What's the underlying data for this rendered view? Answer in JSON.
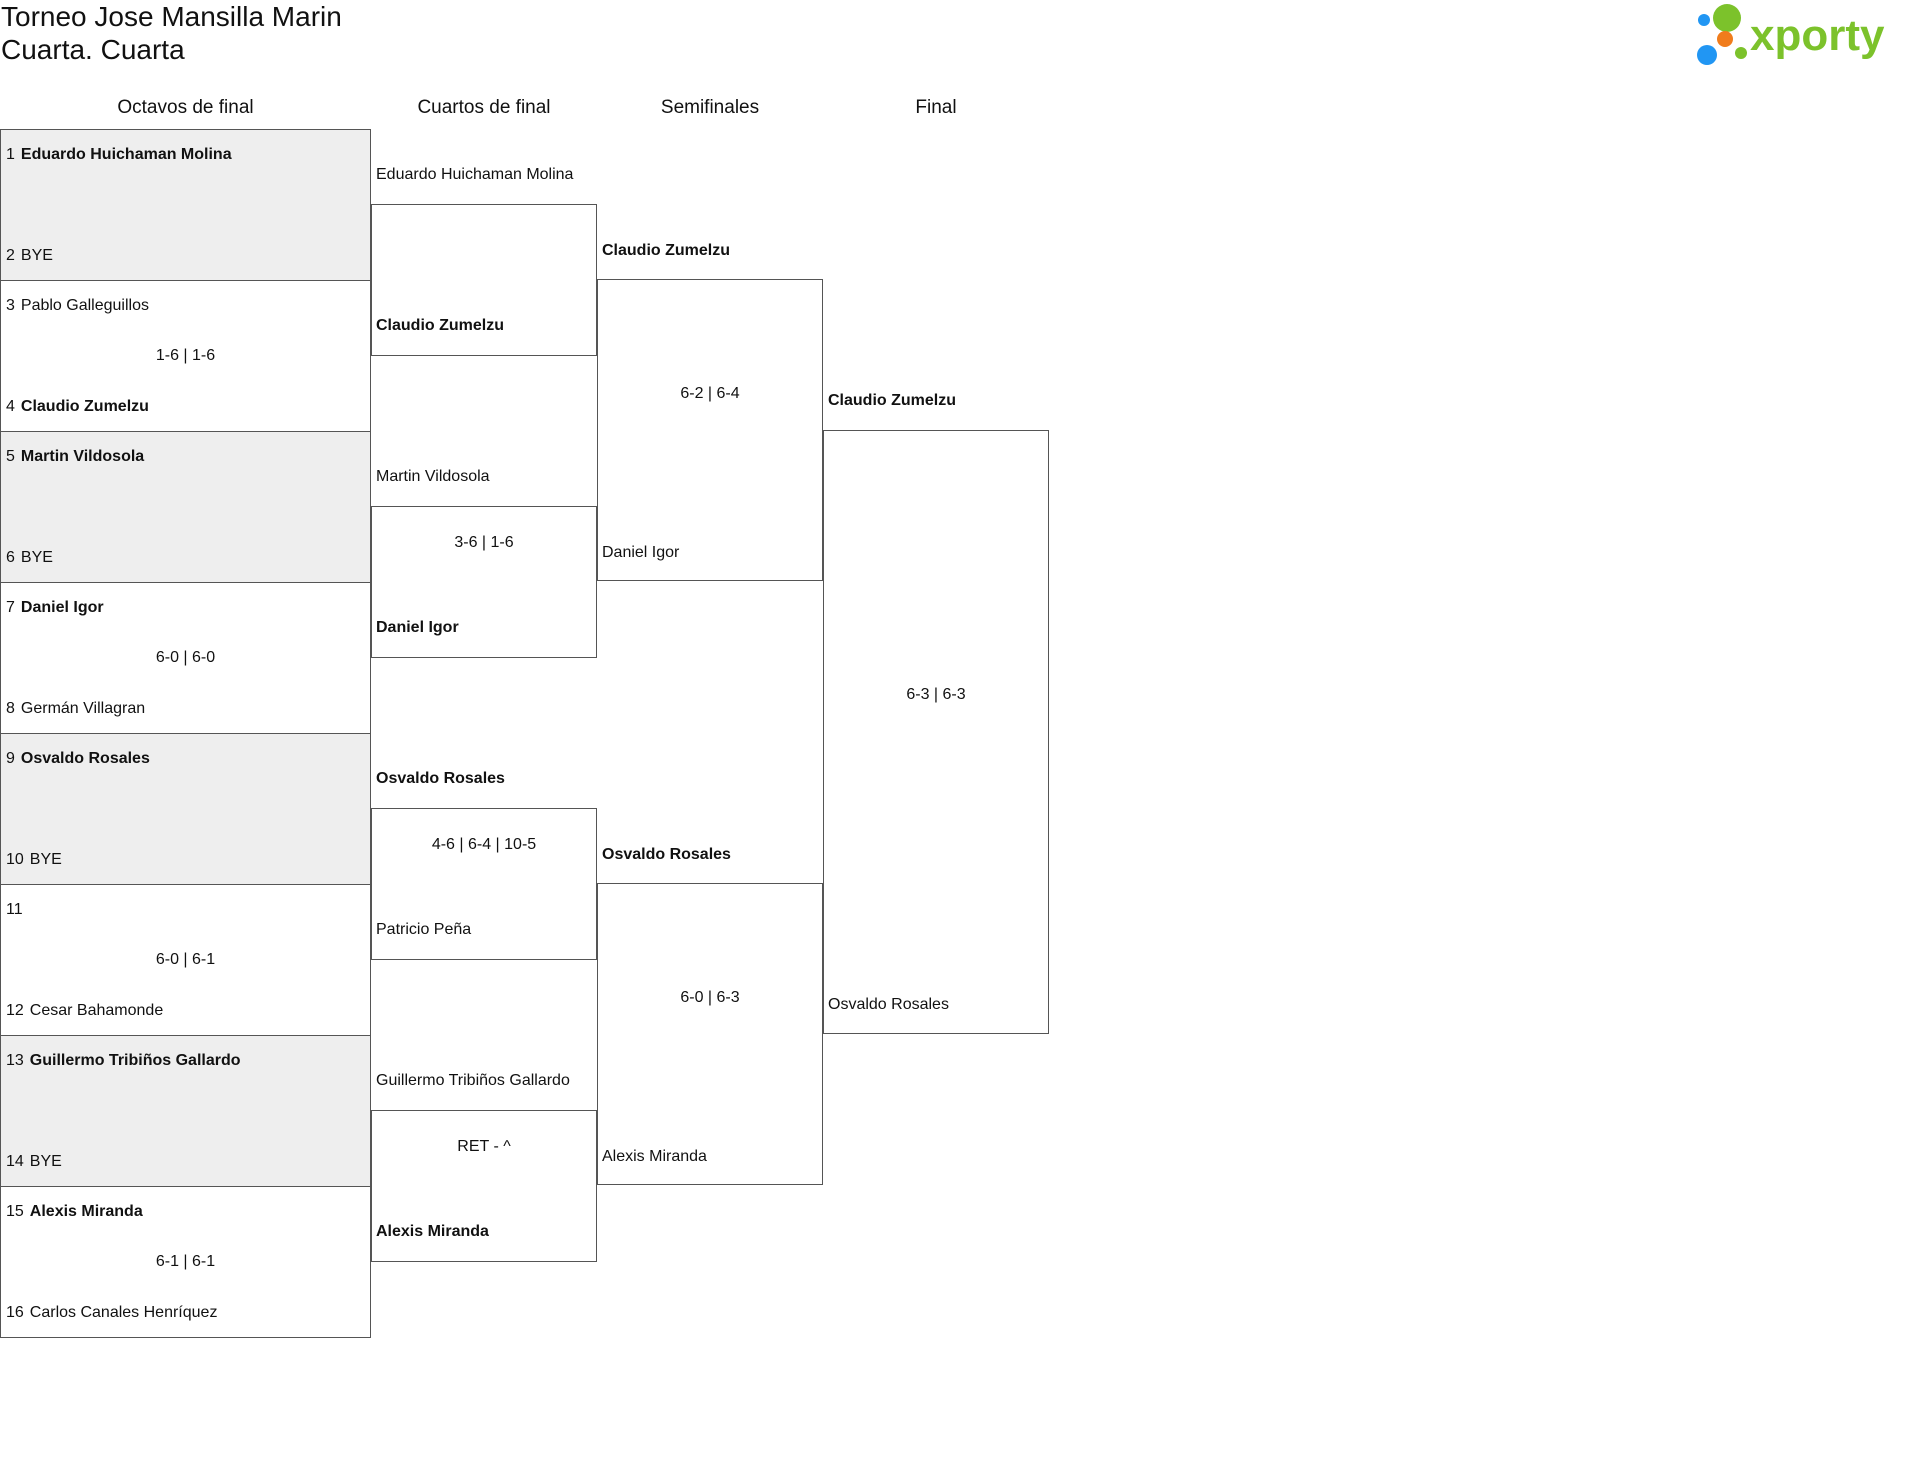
{
  "title": "Torneo Jose Mansilla Marin",
  "subtitle": "Cuarta. Cuarta",
  "logo": {
    "text": "xporty",
    "dot_colors": [
      "#2196f3",
      "#7cc22b",
      "#f07c1c",
      "#2196f3",
      "#7cc22b"
    ],
    "text_color": "#7cc22b"
  },
  "rounds": [
    "Octavos de final",
    "Cuartos de final",
    "Semifinales",
    "Final"
  ],
  "octavos": [
    {
      "seed_a": "1",
      "player_a": "Eduardo Huichaman Molina",
      "seed_b": "2",
      "player_b": "BYE",
      "score": ""
    },
    {
      "seed_a": "3",
      "player_a": "Pablo Galleguillos",
      "seed_b": "4",
      "player_b": "Claudio Zumelzu",
      "score": "1-6 | 1-6"
    },
    {
      "seed_a": "5",
      "player_a": "Martin Vildosola",
      "seed_b": "6",
      "player_b": "BYE",
      "score": ""
    },
    {
      "seed_a": "7",
      "player_a": "Daniel Igor",
      "seed_b": "8",
      "player_b": "Germán Villagran",
      "score": "6-0 | 6-0"
    },
    {
      "seed_a": "9",
      "player_a": "Osvaldo Rosales",
      "seed_b": "10",
      "player_b": "BYE",
      "score": ""
    },
    {
      "seed_a": "11",
      "player_a": "",
      "seed_b": "12",
      "player_b": "Cesar Bahamonde",
      "score": "6-0 | 6-1"
    },
    {
      "seed_a": "13",
      "player_a": "Guillermo Tribiños Gallardo",
      "seed_b": "14",
      "player_b": "BYE",
      "score": ""
    },
    {
      "seed_a": "15",
      "player_a": "Alexis Miranda",
      "seed_b": "16",
      "player_b": "Carlos Canales Henríquez",
      "score": "6-1 | 6-1"
    }
  ],
  "cuartos": [
    {
      "player_a": "Eduardo Huichaman Molina",
      "player_b": "Claudio Zumelzu",
      "score": ""
    },
    {
      "player_a": "Martin Vildosola",
      "player_b": "Daniel Igor",
      "score": "3-6 | 1-6"
    },
    {
      "player_a": "Osvaldo Rosales",
      "player_b": "Patricio Peña",
      "score": "4-6 | 6-4 | 10-5"
    },
    {
      "player_a": "Guillermo Tribiños Gallardo",
      "player_b": "Alexis Miranda",
      "score": "RET - ^"
    }
  ],
  "semis": [
    {
      "player_a": "Claudio Zumelzu",
      "player_b": "Daniel Igor",
      "score": "6-2 | 6-4"
    },
    {
      "player_a": "Osvaldo Rosales",
      "player_b": "Alexis Miranda",
      "score": "6-0 | 6-3"
    }
  ],
  "final": {
    "player_a": "Claudio Zumelzu",
    "player_b": "Osvaldo Rosales",
    "score": "6-3 | 6-3"
  }
}
